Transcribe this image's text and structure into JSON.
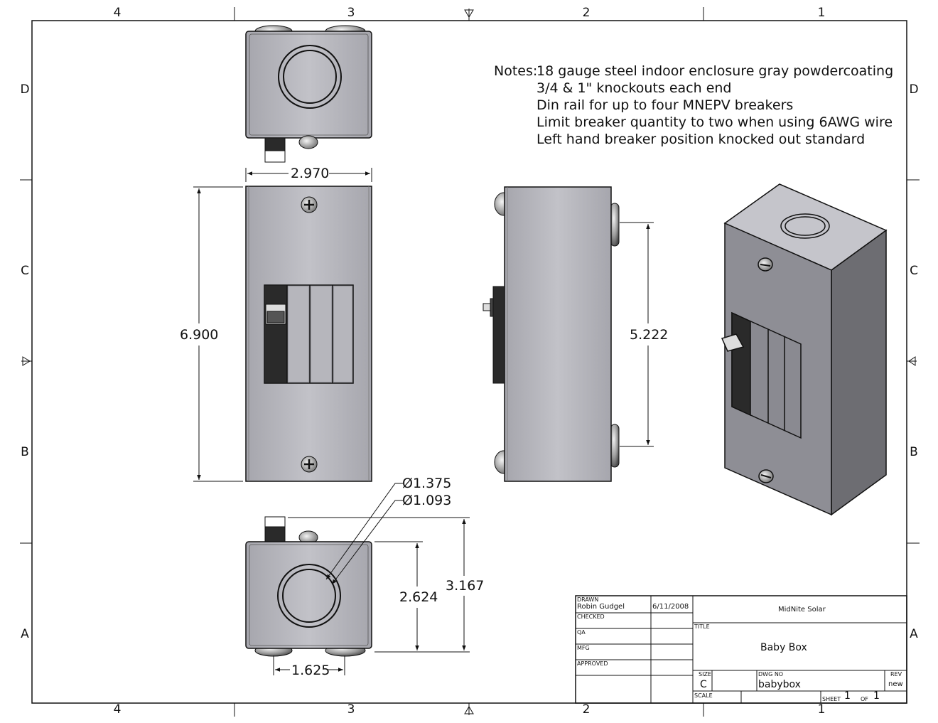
{
  "zones": {
    "columns": [
      "4",
      "3",
      "2",
      "1"
    ],
    "rows": [
      "D",
      "C",
      "B",
      "A"
    ]
  },
  "dimensions": {
    "top_width": "2.970",
    "front_height": "6.900",
    "side_span": "5.222",
    "knockout_large": "Ø1.375",
    "knockout_small": "Ø1.093",
    "bottom_height_inner": "2.624",
    "bottom_height_outer": "3.167",
    "bottom_width": "1.625"
  },
  "notes": {
    "label": "Notes:",
    "lines": [
      "18 gauge steel indoor enclosure gray powdercoating",
      "3/4 & 1\" knockouts each end",
      "Din rail for up to four MNEPV breakers",
      "Limit breaker quantity to two when using 6AWG wire",
      "Left hand breaker position knocked out standard"
    ]
  },
  "title_block": {
    "drawn_label": "DRAWN",
    "drawn_by": "Robin Gudgel",
    "drawn_date": "6/11/2008",
    "checked_label": "CHECKED",
    "qa_label": "QA",
    "mfg_label": "MFG",
    "approved_label": "APPROVED",
    "company": "MidNite Solar",
    "title_label": "TITLE",
    "title": "Baby Box",
    "size_label": "SIZE",
    "size": "C",
    "dwg_no_label": "DWG NO",
    "dwg_no": "babybox",
    "rev_label": "REV",
    "rev": "new",
    "scale_label": "SCALE",
    "sheet_label": "SHEET",
    "sheet": "1",
    "of_label": "OF",
    "sheet_total": "1"
  },
  "colors": {
    "steel": "#b3b3b9",
    "steel_dark": "#8e8e95",
    "steel_side": "#6d6d72",
    "breaker_black": "#2a2a2a",
    "line": "#111111"
  }
}
